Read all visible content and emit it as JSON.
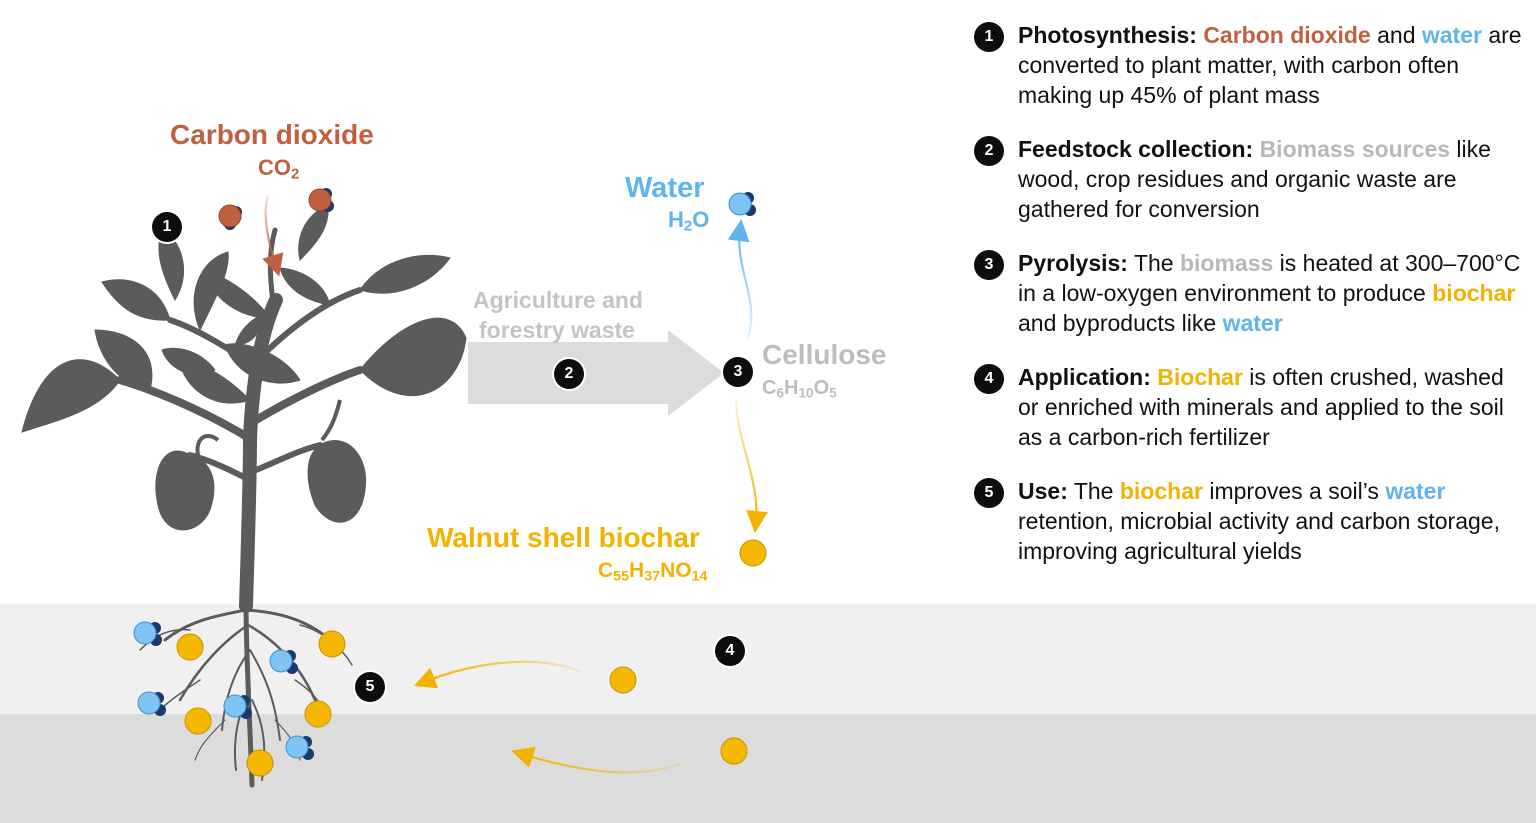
{
  "colors": {
    "co2": "#c0603e",
    "water": "#5fb4f0",
    "gray": "#b8b8b8",
    "biochar": "#f2b200",
    "plant": "#5b5b5b",
    "badge": "#0d0d0d"
  },
  "labels": {
    "co2_name": "Carbon dioxide",
    "co2_formula": {
      "a": "CO",
      "s1": "2"
    },
    "water_name": "Water",
    "water_formula": {
      "a": "H",
      "s1": "2",
      "b": "O"
    },
    "waste_line1": "Agriculture and",
    "waste_line2": "forestry waste",
    "cellulose_name": "Cellulose",
    "cellulose_formula": {
      "a": "C",
      "s1": "6",
      "b": "H",
      "s2": "10",
      "c": "O",
      "s3": "5"
    },
    "biochar_name": "Walnut shell biochar",
    "biochar_formula": {
      "a": "C",
      "s1": "55",
      "b": "H",
      "s2": "37",
      "c": "NO",
      "s3": "14"
    }
  },
  "badges": [
    "1",
    "2",
    "3",
    "4",
    "5"
  ],
  "legend": [
    {
      "num": "1",
      "title": "Photosynthesis:",
      "parts": [
        {
          "text": "Carbon dioxide",
          "color": "co2"
        },
        {
          "text": " and "
        },
        {
          "text": "water",
          "color": "water"
        },
        {
          "text": " are converted to plant matter, with carbon often making up 45% of plant mass"
        }
      ]
    },
    {
      "num": "2",
      "title": "Feedstock collection:",
      "parts": [
        {
          "text": "Biomass sources",
          "color": "gray"
        },
        {
          "text": " like wood, crop residues and organic waste are gathered for conversion"
        }
      ]
    },
    {
      "num": "3",
      "title": "Pyrolysis:",
      "parts": [
        {
          "text": "The "
        },
        {
          "text": "biomass",
          "color": "gray"
        },
        {
          "text": " is heated at 300–700°C in a low-oxygen environment to produce "
        },
        {
          "text": "biochar",
          "color": "biochar"
        },
        {
          "text": " and byproducts like "
        },
        {
          "text": "water",
          "color": "water"
        }
      ]
    },
    {
      "num": "4",
      "title": "Application:",
      "parts": [
        {
          "text": "Biochar",
          "color": "biochar"
        },
        {
          "text": " is often crushed, washed or enriched with minerals and applied to the soil as a carbon-rich fertilizer"
        }
      ]
    },
    {
      "num": "5",
      "title": "Use:",
      "parts": [
        {
          "text": "The "
        },
        {
          "text": "biochar",
          "color": "biochar"
        },
        {
          "text": " improves a soil’s "
        },
        {
          "text": "water",
          "color": "water"
        },
        {
          "text": " retention, microbial activity and carbon storage, improving agricultural yields"
        }
      ]
    }
  ]
}
